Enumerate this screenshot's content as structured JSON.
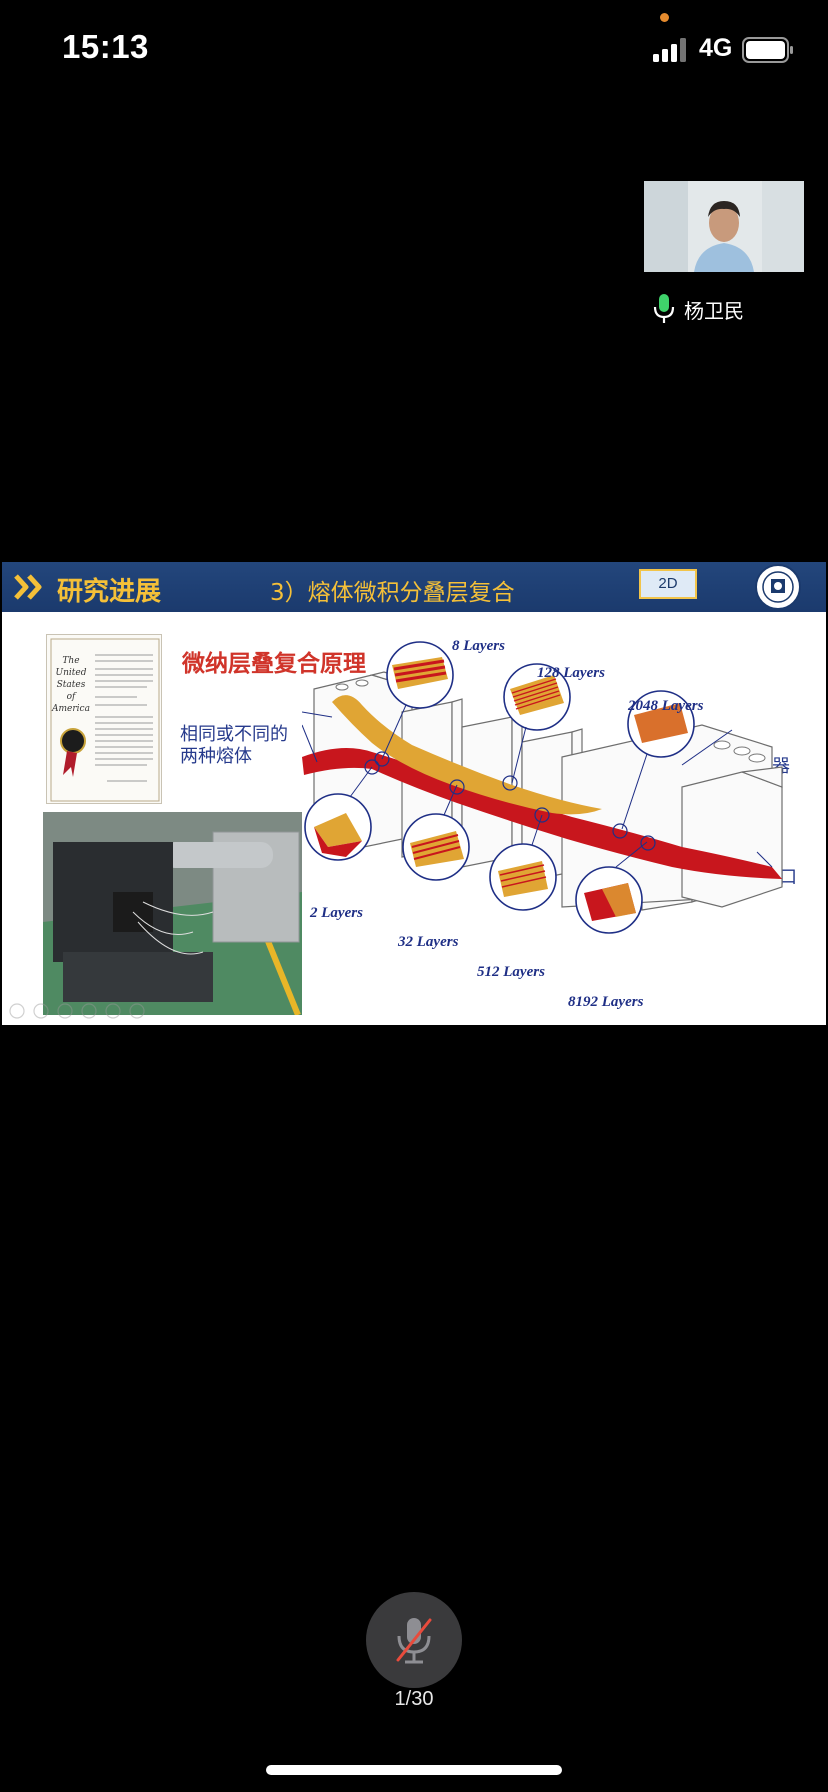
{
  "status_bar": {
    "time": "15:13",
    "network": "4G",
    "icons": [
      "signal-icon",
      "battery-icon"
    ]
  },
  "participant": {
    "name": "杨卫民",
    "mic_icon": "microphone-icon"
  },
  "slide": {
    "header_title": "研究进展",
    "header_subtitle": "3）熔体微积分叠层复合",
    "badge": "2D",
    "principle_title": "微纳层叠复合原理",
    "melt_label": "相同或不同的两种熔体",
    "stacker_label": "叠层器",
    "die_label": "模口",
    "layers": [
      "8 Layers",
      "128 Layers",
      "2048 Layers",
      "2 Layers",
      "32 Layers",
      "512 Layers",
      "8192 Layers"
    ],
    "patent_heading": "The United States of America"
  },
  "controls": {
    "mic_muted_icon": "microphone-muted-icon",
    "page_counter": "1/30"
  },
  "colors": {
    "header_bg": "#1b3a6d",
    "header_text": "#f5c038",
    "title_red": "#d0342a",
    "label_blue": "#263a8c",
    "melt_red": "#c8161d",
    "melt_gold": "#e0a534"
  }
}
